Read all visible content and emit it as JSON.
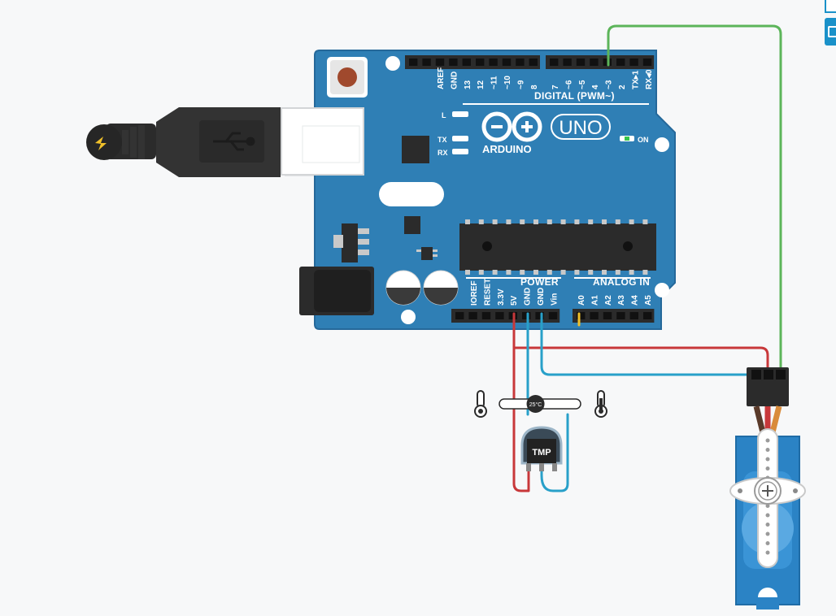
{
  "board": {
    "brand": "ARDUINO",
    "model": "UNO",
    "on_label": "ON",
    "led_l": "L",
    "led_tx": "TX",
    "led_rx": "RX",
    "digital_header": "DIGITAL (PWM~)",
    "power_header": "POWER",
    "analog_header": "ANALOG IN",
    "digital_pins": [
      "AREF",
      "GND",
      "13",
      "12",
      "~11",
      "~10",
      "~9",
      "8",
      "7",
      "~6",
      "~5",
      "4",
      "~3",
      "2",
      "TX▸1",
      "RX◂0"
    ],
    "power_pins": [
      "IOREF",
      "RESET",
      "3.3V",
      "5V",
      "GND",
      "GND",
      "Vin"
    ],
    "analog_pins": [
      "A0",
      "A1",
      "A2",
      "A3",
      "A4",
      "A5"
    ]
  },
  "sensor": {
    "label": "TMP",
    "temperature_reading": "25°C",
    "temperature_fraction": 0.43
  },
  "colors": {
    "board": "#2f7fb5",
    "board_edge": "#25689a",
    "wire_red": "#c8383a",
    "wire_blue": "#28a0c9",
    "wire_green": "#5cb55a",
    "servo": "#2b83c5"
  }
}
